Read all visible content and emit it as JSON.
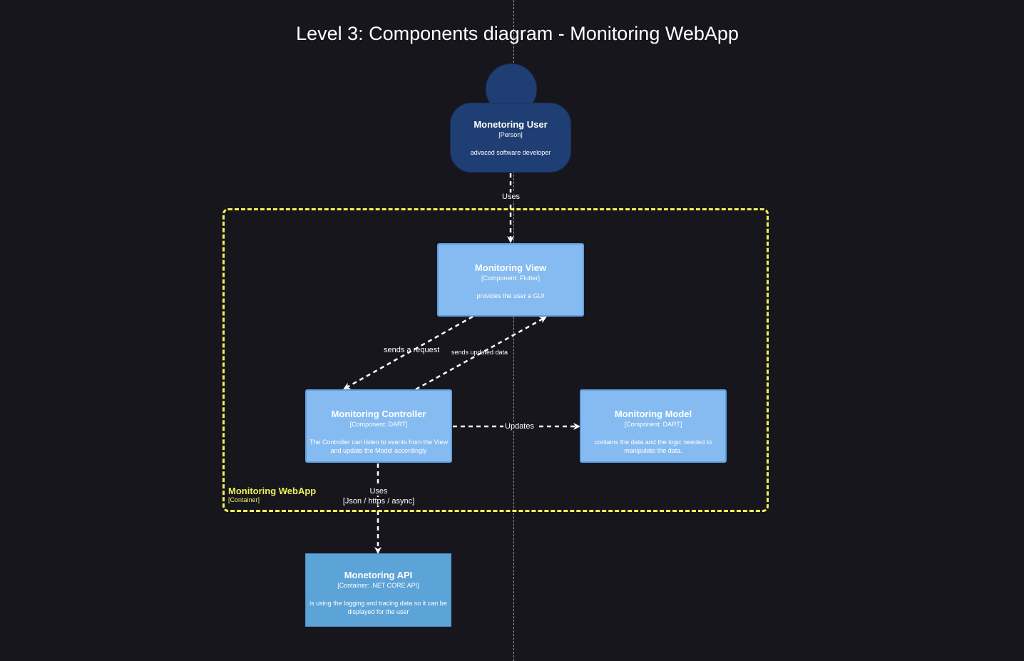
{
  "title": "Level 3: Components diagram - Monitoring WebApp",
  "person": {
    "name": "Monetoring User",
    "type": "[Person]",
    "description": "advaced software developer"
  },
  "boundary": {
    "name": "Monitoring WebApp",
    "type": "[Container]"
  },
  "components": {
    "view": {
      "name": "Monitoring View",
      "tech": "[Component: Flutter]",
      "description": "provides the user a GUI"
    },
    "controller": {
      "name": "Monitoring Controller",
      "tech": "[Component: DART]",
      "description": "The Controller can listen to events from the View and update the Model accordingly"
    },
    "model": {
      "name": "Monitoring Model",
      "tech": "[Component: DART]",
      "description": "contains the data and the logic needed to manipulate the data."
    }
  },
  "external_container": {
    "name": "Monetoring API",
    "tech": "[Container: .NET CORE API]",
    "description": "is using the logging and tracing data so it can be displayed for the user"
  },
  "relations": {
    "user_to_view": "Uses",
    "view_to_controller": "sends a request",
    "controller_to_view": "sends updated data",
    "controller_to_model": "Updates",
    "controller_to_api": "Uses",
    "controller_to_api_tech": "[Json / https / async]"
  },
  "colors": {
    "background": "#18161d",
    "person": "#1f3e74",
    "component": "#85bbf0",
    "container": "#5ca3d8",
    "boundary": "#f0f05a",
    "edge": "#ffffff"
  }
}
